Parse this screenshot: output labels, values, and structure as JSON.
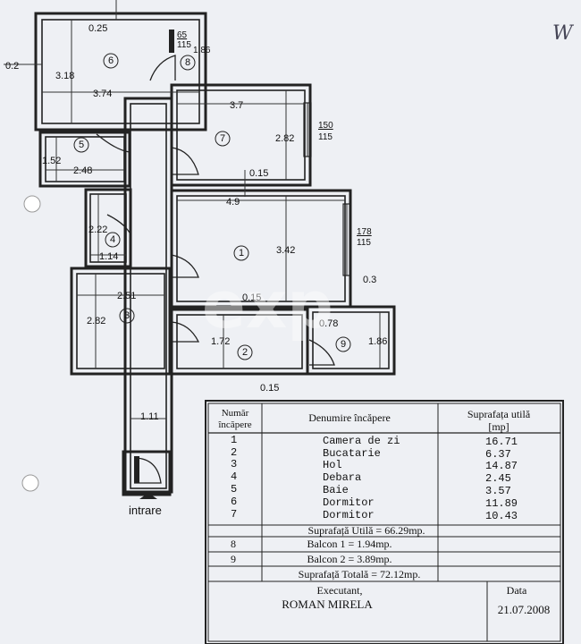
{
  "plan": {
    "dimensions": {
      "d_025": "0.25",
      "d_318": "3.18",
      "d_02": "0.2",
      "d_374": "3.74",
      "d_186a": "1.86",
      "d_37": "3.7",
      "d_282a": "2.82",
      "d_015a": "0.15",
      "d_49": "4.9",
      "d_342": "3.42",
      "d_03": "0.3",
      "d_152": "1.52",
      "d_248": "2.48",
      "d_222": "2.22",
      "d_114": "1.14",
      "d_251": "2.51",
      "d_282b": "2.82",
      "d_015b": "0.15",
      "d_172": "1.72",
      "d_078": "0.78",
      "d_186b": "1.86",
      "d_015c": "0.15",
      "d_111": "1.11"
    },
    "windows": {
      "w8_top": "65",
      "w8_bot": "115",
      "w7_top": "150",
      "w7_bot": "115",
      "w1_top": "178",
      "w1_bot": "115"
    },
    "rooms": [
      "1",
      "2",
      "3",
      "4",
      "5",
      "6",
      "7",
      "8",
      "9"
    ],
    "entrance_label": "intrare",
    "watermark": "exp",
    "corner_mark": "W"
  },
  "table": {
    "header": {
      "number": [
        "Număr",
        "încăpere"
      ],
      "name": "Denumire încăpere",
      "area": [
        "Suprafața utilă",
        "[mp]"
      ]
    },
    "rows": [
      {
        "no": "1",
        "name": "Camera de zi",
        "area": "16.71"
      },
      {
        "no": "2",
        "name": "Bucatarie",
        "area": "6.37"
      },
      {
        "no": "3",
        "name": "Hol",
        "area": "14.87"
      },
      {
        "no": "4",
        "name": "Debara",
        "area": "2.45"
      },
      {
        "no": "5",
        "name": "Baie",
        "area": "3.57"
      },
      {
        "no": "6",
        "name": "Dormitor",
        "area": "11.89"
      },
      {
        "no": "7",
        "name": "Dormitor",
        "area": "10.43"
      }
    ],
    "useful_total": "Suprafață Utilă = 66.29mp.",
    "balconies": [
      {
        "no": "8",
        "name": "Balcon 1 = 1.94mp."
      },
      {
        "no": "9",
        "name": "Balcon 2 = 3.89mp."
      }
    ],
    "grand_total": "Suprafață Totală = 72.12mp.",
    "executant_label": "Executant,",
    "executant_name": "ROMAN MIRELA",
    "date_label": "Data",
    "date_value": "21.07.2008"
  }
}
